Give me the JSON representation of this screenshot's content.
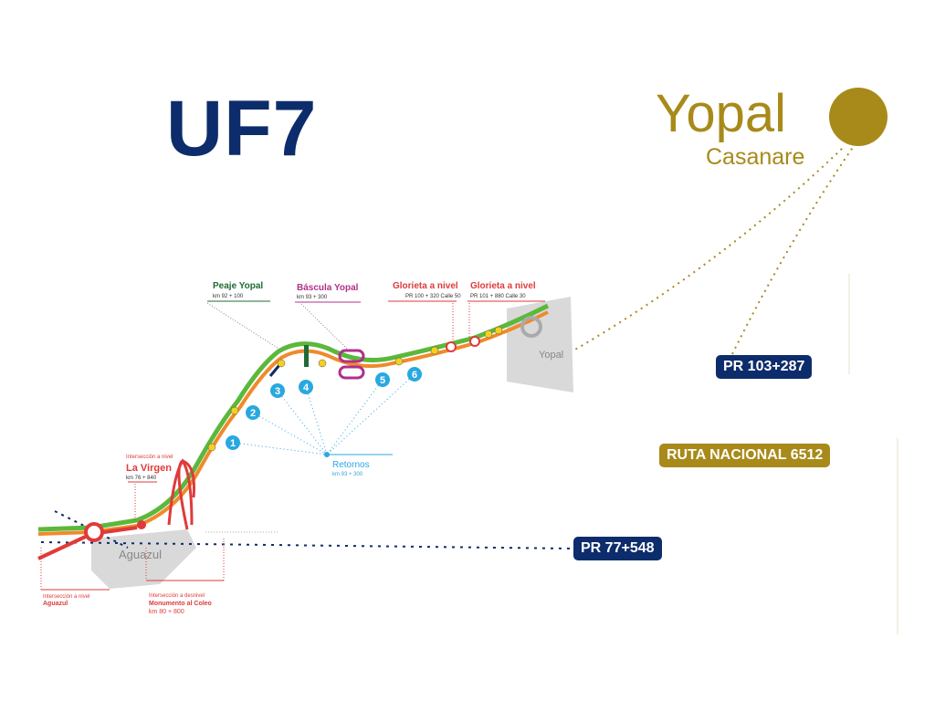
{
  "title": "UF7",
  "logo": {
    "city": "Yopal",
    "department": "Casanare"
  },
  "tags": {
    "pr_end": "PR 103+287",
    "route": "RUTA NACIONAL 6512",
    "pr_start": "PR 77+548"
  },
  "map": {
    "towns": [
      "Aguazul",
      "Yopal"
    ],
    "labels": {
      "peaje_title": "Peaje Yopal",
      "peaje_km": "km 92 + 100",
      "bascula_title": "Báscula Yopal",
      "bascula_km": "km 93 + 300",
      "glorieta1_title": "Glorieta a nivel",
      "glorieta1_km": "PR 100 + 320 Calle 50",
      "glorieta2_title": "Glorieta a nivel",
      "glorieta2_km": "PR 101 + 880 Calle 30",
      "virgen_pre": "Intersección a nivel",
      "virgen_title": "La Virgen",
      "virgen_km": "km 76 + 840",
      "retornos_title": "Retornos",
      "retornos_km": "km 93 + 300",
      "aguazul_pre": "Intersección a nivel",
      "aguazul_title": "Aguazul",
      "monumento_pre": "Intersección a desnivel",
      "monumento_title": "Monumento al Coleo",
      "monumento_km": "km 80 + 800"
    },
    "retornos": [
      "1",
      "2",
      "3",
      "4",
      "5",
      "6"
    ]
  },
  "colors": {
    "navy": "#0d2c6b",
    "gold": "#a88a1a",
    "road_green": "#5cb83c",
    "road_orange": "#f08a2a",
    "road_red": "#e03a3a",
    "retorno_blue": "#29a8e0",
    "town_gray": "#d9d9d9"
  }
}
